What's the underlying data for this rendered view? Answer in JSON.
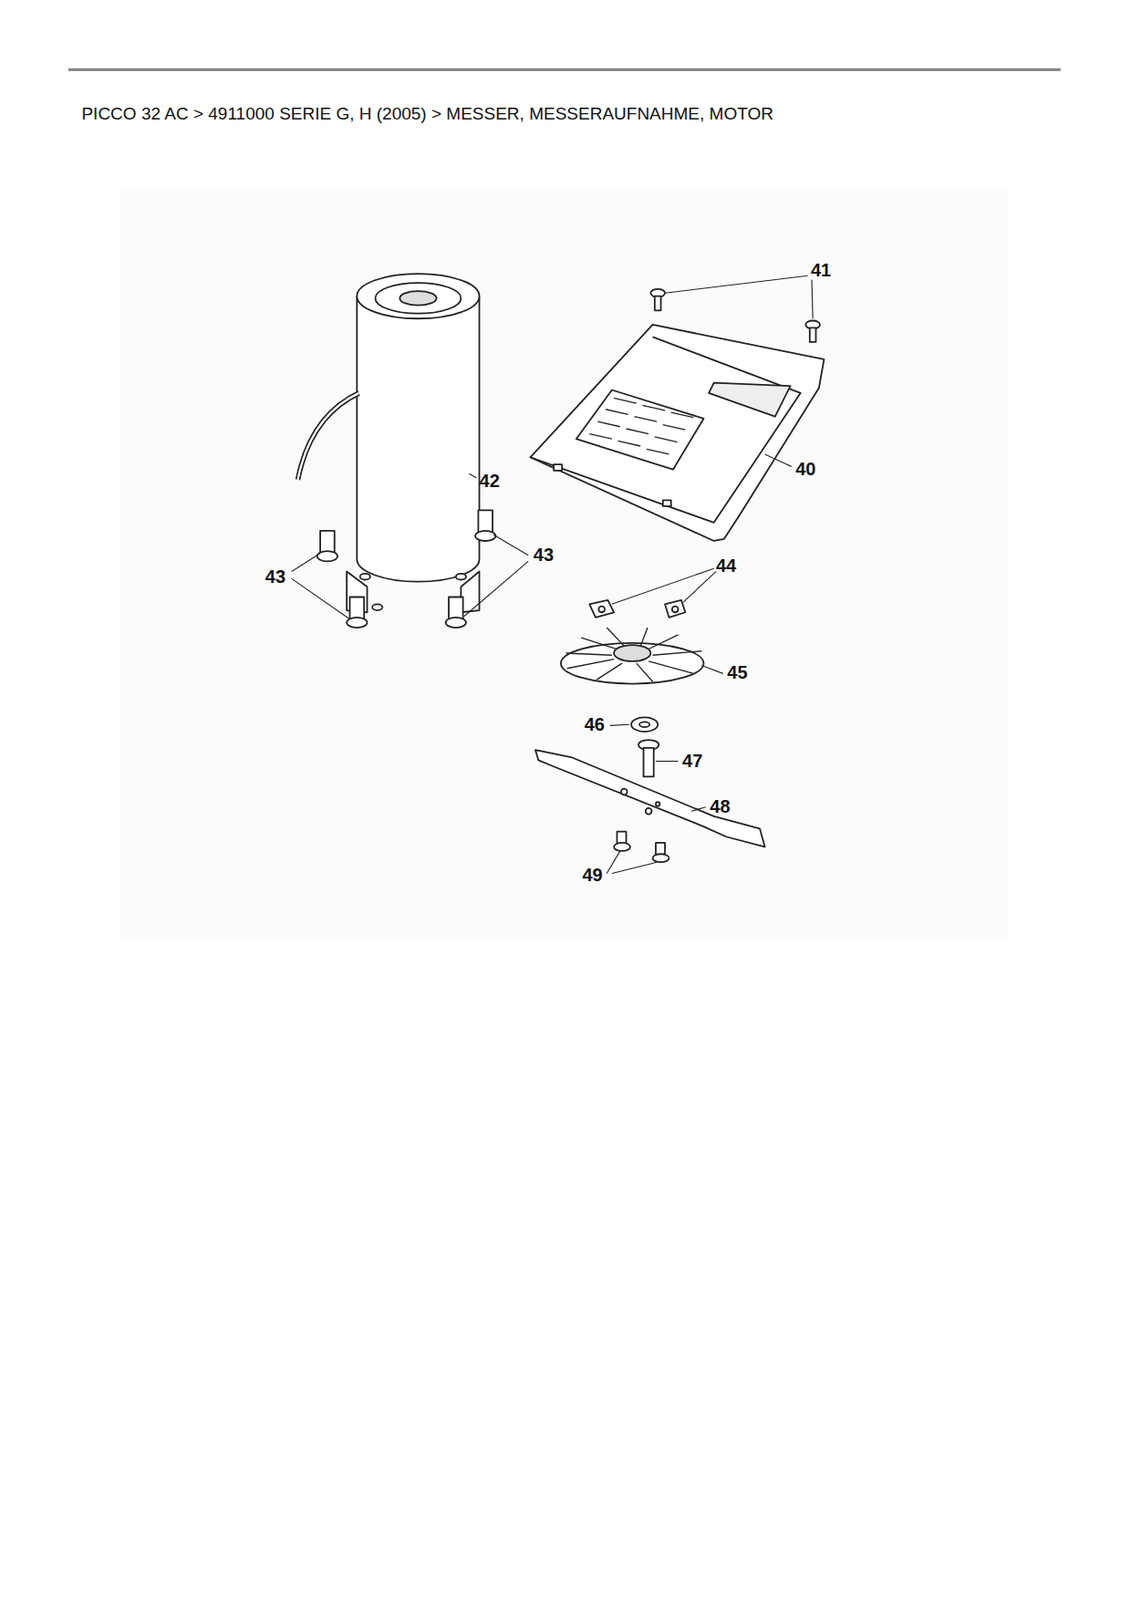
{
  "diagram": {
    "title": "PICCO 32 AC  >  4911000 SERIE G, H (2005)  >  MESSER, MESSERAUFNAHME, MOTOR",
    "labels": [
      "41",
      "40",
      "42",
      "43",
      "43",
      "44",
      "45",
      "46",
      "47",
      "48",
      "49"
    ]
  }
}
